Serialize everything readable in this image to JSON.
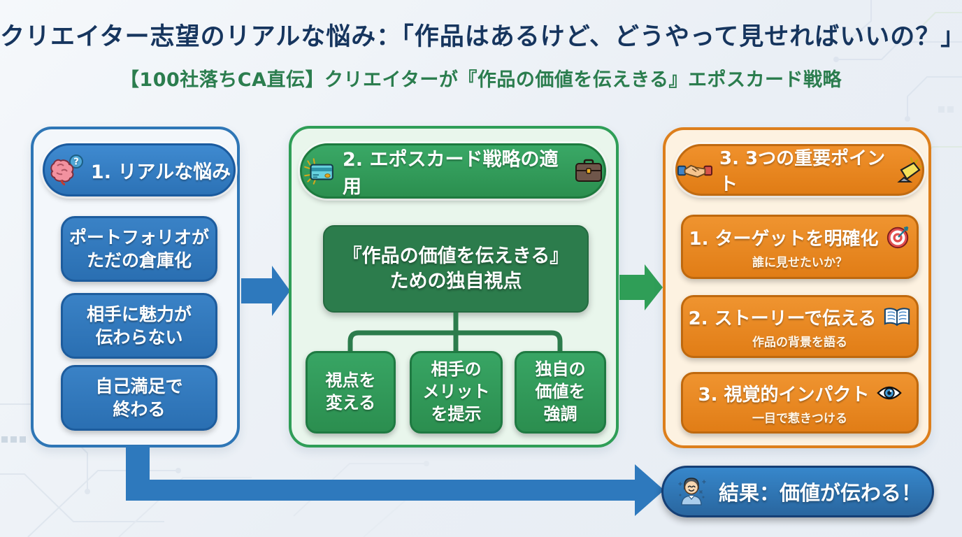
{
  "title": "クリエイター志望のリアルな悩み：「作品はあるけど、どうやって見せればいいの？」",
  "subtitle": "【100社落ちCA直伝】クリエイターが『作品の価値を伝えきる』エポスカード戦略",
  "icons": {
    "brain_badge": "?"
  },
  "columns": {
    "problems": {
      "header": {
        "label": "1. リアルな悩み",
        "icon": "brain-icon"
      },
      "items": [
        "ポートフォリオが\nただの倉庫化",
        "相手に魅力が\n伝わらない",
        "自己満足で\n終わる"
      ]
    },
    "strategy": {
      "header": {
        "label": "2. エポスカード戦略の適用",
        "icon_left": "credit-card-icon",
        "icon_right": "briefcase-icon"
      },
      "core": "『作品の価値を伝えきる』\nための独自視点",
      "branches": [
        "視点を\n変える",
        "相手の\nメリット\nを提示",
        "独自の\n価値を\n強調"
      ]
    },
    "points": {
      "header": {
        "label": "3. 3つの重要ポイント",
        "icon_left": "handshake-icon",
        "icon_right": "spotlight-icon"
      },
      "items": [
        {
          "title": "1. ターゲットを明確化",
          "subtitle": "誰に見せたいか？",
          "icon": "target-icon"
        },
        {
          "title": "2. ストーリーで伝える",
          "subtitle": "作品の背景を語る",
          "icon": "open-book-icon"
        },
        {
          "title": "3. 視覚的インパクト",
          "subtitle": "一目で惹きつける",
          "icon": "eye-icon"
        }
      ]
    }
  },
  "result": {
    "label": "結果：価値が伝わる！",
    "icon": "happy-person-icon"
  },
  "colors": {
    "blue": "#2e79bd",
    "blue_dark": "#1d5c9d",
    "green": "#2f9e57",
    "green_dark": "#2c7c4c",
    "orange": "#e8861f",
    "orange_dark": "#bf690e",
    "title_navy": "#16355e",
    "subtitle_green": "#2b7d4e",
    "background": "#eef2f7"
  }
}
